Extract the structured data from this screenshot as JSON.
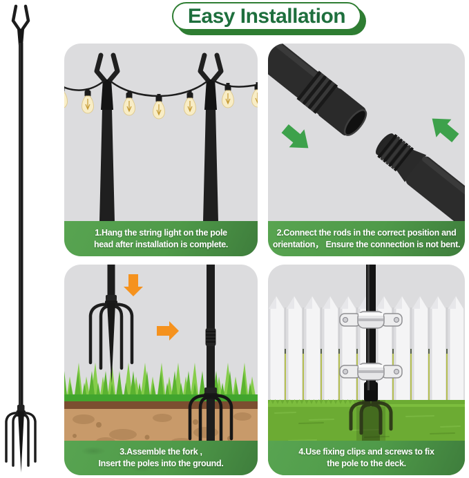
{
  "title": "Easy Installation",
  "steps": [
    {
      "number": "1",
      "lines": [
        "1.Hang the string light on the pole",
        "head after installation is complete."
      ]
    },
    {
      "number": "2",
      "lines": [
        "2.Connect the rods in the correct position and",
        "orientation，  Ensure the connection is not bent."
      ]
    },
    {
      "number": "3",
      "lines": [
        "3.Assemble the fork ,",
        "Insert the poles into the ground."
      ]
    },
    {
      "number": "4",
      "lines": [
        "4.Use fixing clips and screws to fix",
        "the pole to the deck."
      ]
    }
  ],
  "icons": {
    "green_arrow_down_right": "⬊",
    "green_arrow_up_left": "⬉",
    "orange_arrow_down": "⬇",
    "orange_arrow_right": "➡"
  },
  "colors": {
    "title_text": "#1e6f3d",
    "title_shadow": "#2e7d32",
    "caption_band": "#4f9a49",
    "caption_band_dark": "#3e7d3c",
    "caption_text": "#ffffff",
    "panel_bg": "#dcdcde",
    "arrow_green": "#3da14b",
    "arrow_orange": "#f5921e",
    "pole_black": "#1d1d1d",
    "grass_green": "#5bb330",
    "dirt_brown": "#c89a6a",
    "fence_white": "#f4f4f5",
    "bulb_glow": "#f8edc6"
  }
}
